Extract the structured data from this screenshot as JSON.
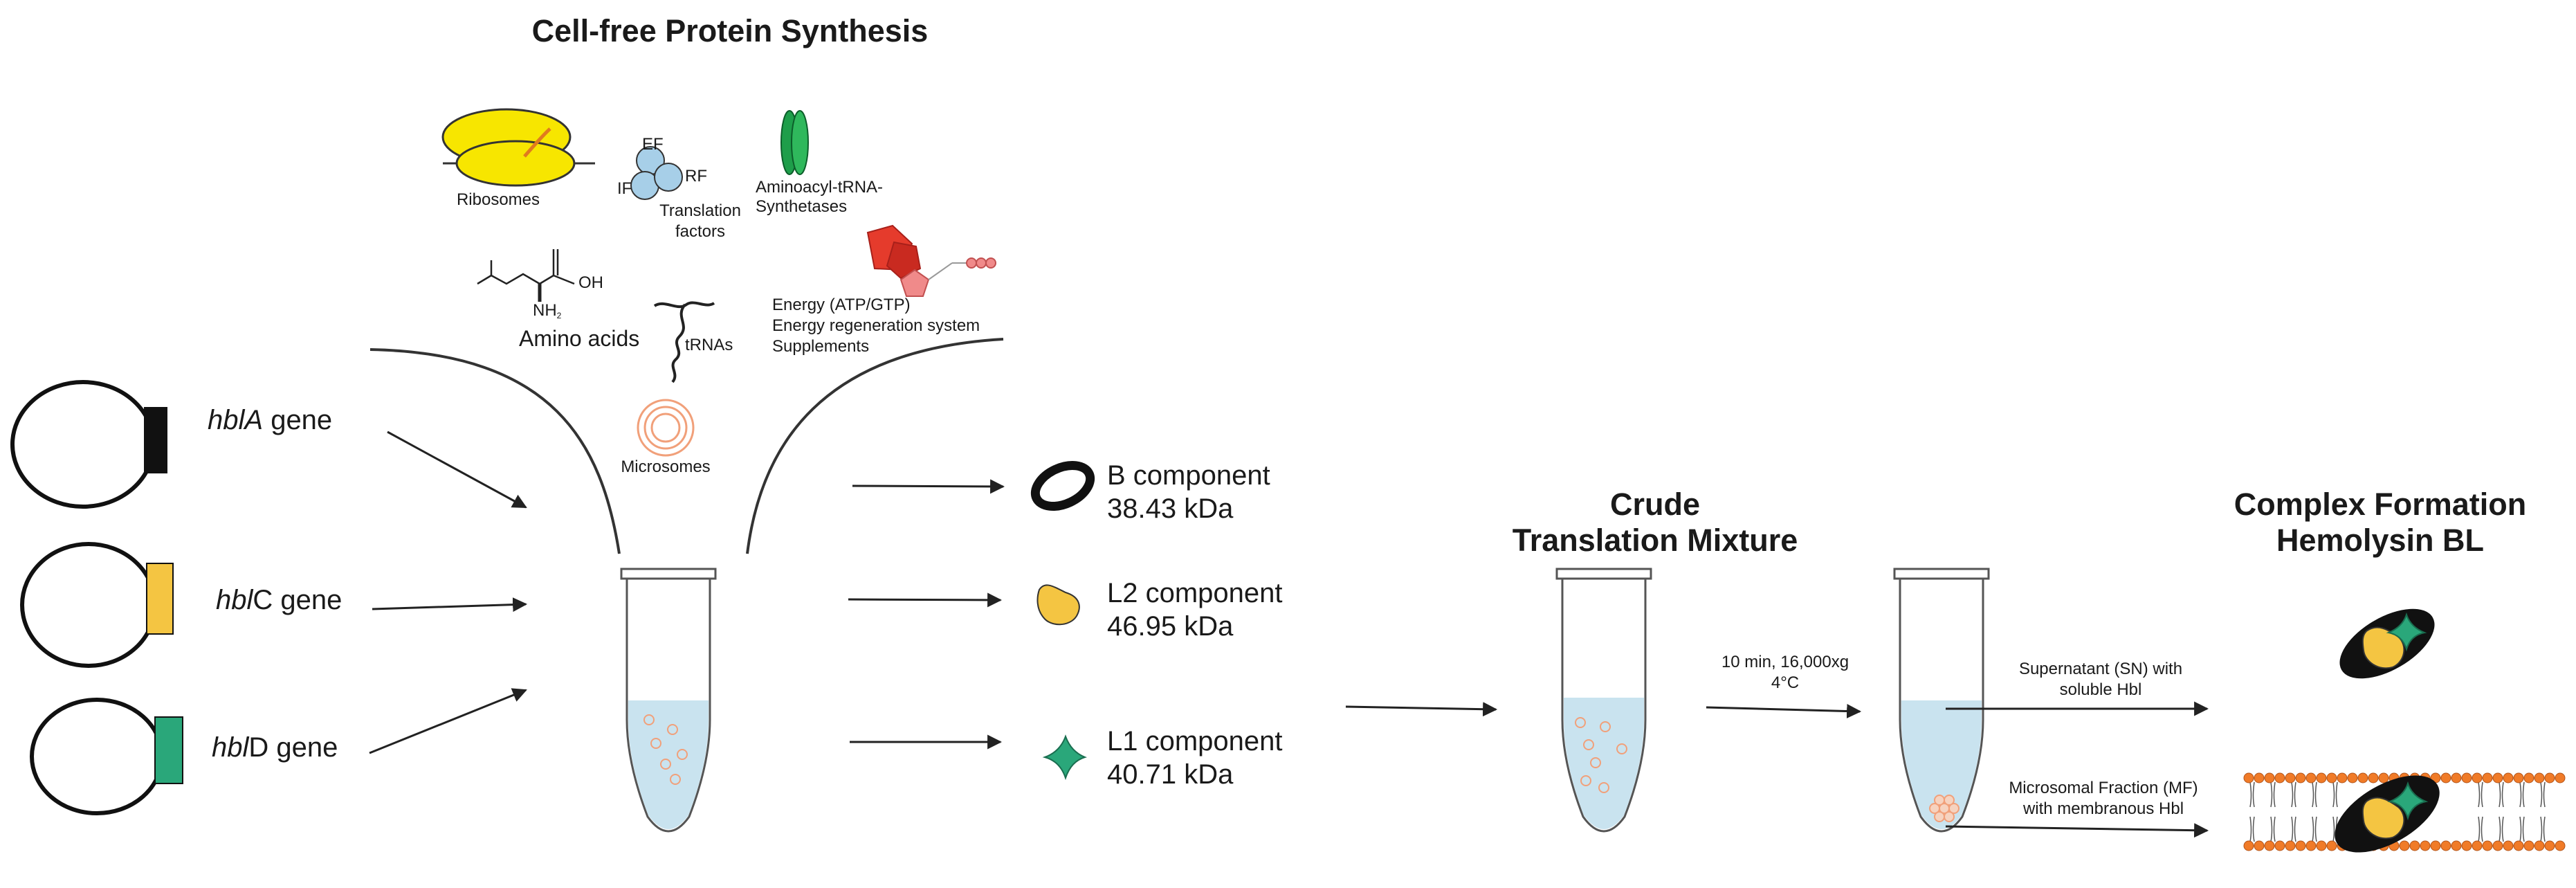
{
  "titles": {
    "cell_free": "Cell-free Protein Synthesis",
    "crude_1": "Crude",
    "crude_2": "Translation Mixture",
    "complex_1": "Complex Formation",
    "complex_2": "Hemolysin BL"
  },
  "genes": [
    {
      "prefix": "hbl",
      "letter": "A",
      "suffix": " gene",
      "color": "#111111"
    },
    {
      "prefix": "hbl",
      "letter": "C",
      "suffix": " gene",
      "color": "#f4c542"
    },
    {
      "prefix": "hbl",
      "letter": "D",
      "suffix": " gene",
      "color": "#2aa77a"
    }
  ],
  "reagents": {
    "ribosomes": "Ribosomes",
    "ef": "EF",
    "rf": "RF",
    "if": "IF",
    "translation_1": "Translation",
    "translation_2": "factors",
    "aars_1": "Aminoacyl-tRNA-",
    "aars_2": "Synthetases",
    "oh": "OH",
    "nh2": "NH",
    "nh2_sub": "2",
    "amino_acids": "Amino acids",
    "trnas": "tRNAs",
    "energy_1": "Energy (ATP/GTP)",
    "energy_2": "Energy regeneration system",
    "energy_3": "Supplements",
    "microsomes": "Microsomes"
  },
  "components": [
    {
      "name": "B component",
      "mass": "38.43 kDa"
    },
    {
      "name": "L2 component",
      "mass": "46.95 kDa"
    },
    {
      "name": "L1 component",
      "mass": "40.71 kDa"
    }
  ],
  "centrifuge": {
    "line1": "10 min, 16,000xg",
    "line2": "4°C"
  },
  "fractions": {
    "sn_1": "Supernatant (SN) with",
    "sn_2": "soluble Hbl",
    "mf_1": "Microsomal Fraction (MF)",
    "mf_2": "with membranous Hbl"
  },
  "colors": {
    "ribosome": "#f7e600",
    "translation_factor": "#a7cfe8",
    "synthetase": "#1e9e4a",
    "energy_red": "#e53b2c",
    "energy_pink": "#f08a8a",
    "microsome": "#f1a07a",
    "liquid": "#c9e3ef",
    "b_component": "#111111",
    "l2_component": "#f4c542",
    "l1_component": "#2aa77a",
    "membrane_head": "#f07b28"
  }
}
